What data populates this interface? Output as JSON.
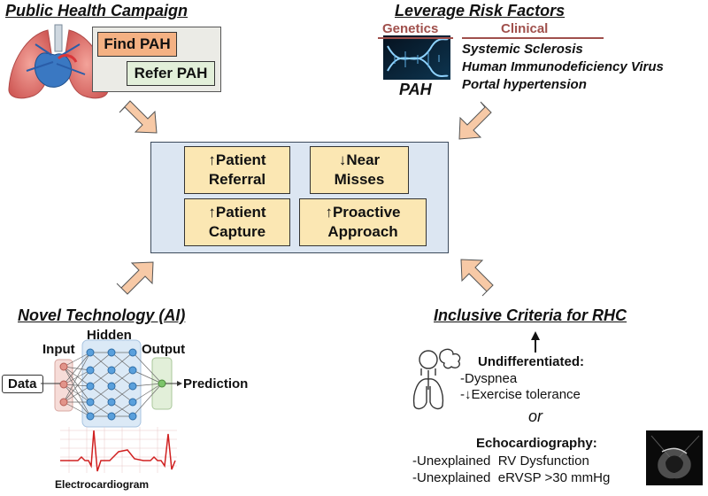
{
  "campaign": {
    "title": "Public Health Campaign",
    "find": "Find PAH",
    "refer": "Refer PAH"
  },
  "risk": {
    "title": "Leverage Risk Factors",
    "genetics": "Genetics",
    "clinical": "Clinical",
    "pah": "PAH",
    "items": [
      "Systemic Sclerosis",
      "Human Immunodeficiency Virus",
      "Portal hypertension"
    ]
  },
  "outcomes": [
    {
      "arrow": "↑",
      "line1": "Patient",
      "line2": "Referral"
    },
    {
      "arrow": "↓",
      "line1": "Near",
      "line2": "Misses"
    },
    {
      "arrow": "↑",
      "line1": "Patient",
      "line2": "Capture"
    },
    {
      "arrow": "↑",
      "line1": "Proactive",
      "line2": "Approach"
    }
  ],
  "technology": {
    "title": "Novel Technology (AI)",
    "input": "Input",
    "hidden": "Hidden",
    "output": "Output",
    "data": "Data",
    "prediction": "Prediction",
    "ecg": "Electrocardiogram"
  },
  "criteria": {
    "title": "Inclusive Criteria for RHC",
    "undiff": "Undifferentiated:",
    "dyspnea": "-Dyspnea",
    "exercise": "-↓Exercise tolerance",
    "or": "or",
    "echo": "Echocardiography:",
    "rv": "-Unexplained  RV Dysfunction",
    "ervsp": "-Unexplained  eRVSP >30 mmHg"
  },
  "colors": {
    "panel": "#dce6f2",
    "metric": "#fbe7b3",
    "arrow": "#f7c9a6",
    "find": "#f4b183",
    "refer": "#e2efd9",
    "risk_header": "#a0504c"
  }
}
